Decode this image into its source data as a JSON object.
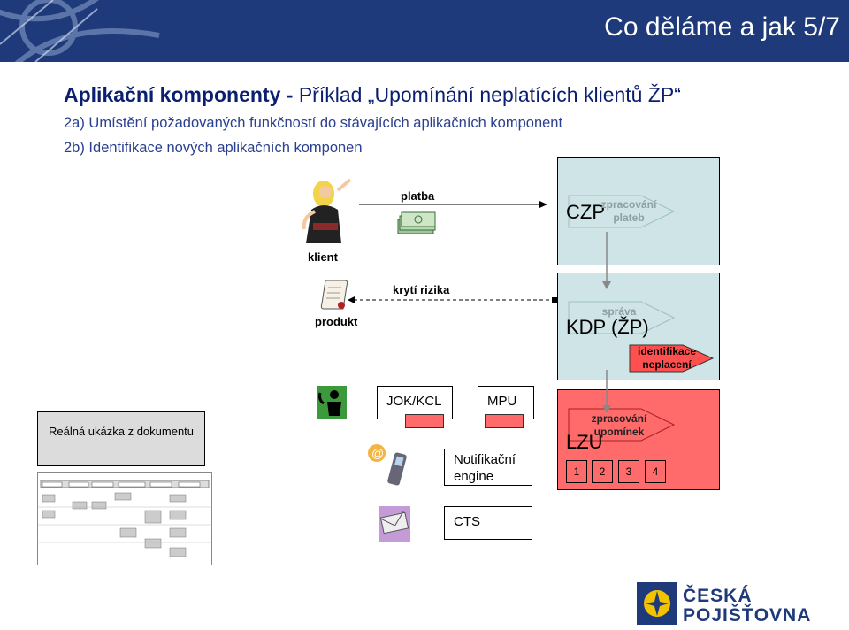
{
  "slide": {
    "title": "Co děláme a jak 5/7",
    "headline_bold": "Aplikační komponenty - ",
    "headline_rest": "Příklad „Upomínání neplatících klientů ŽP“",
    "line_2a": "2a) Umístění požadovaných funkčností do stávajících aplikačních komponent",
    "line_2b": "2b) Identifikace nových aplikačních komponen"
  },
  "actors": {
    "klient": "klient",
    "produkt": "produkt",
    "platba": "platba",
    "kryti": "krytí rizika"
  },
  "systems": {
    "czp": {
      "name": "CZP",
      "function": "zpracování plateb"
    },
    "kdp": {
      "name": "KDP (ŽP)",
      "function": "správa",
      "function2": "identifikace neplacení"
    },
    "lzu": {
      "name": "LZU",
      "function": "zpracování upomínek",
      "slots": [
        "1",
        "2",
        "3",
        "4"
      ]
    }
  },
  "components": {
    "jok": "JOK/KCL",
    "mpu": "MPU",
    "notif": "Notifikační engine",
    "cts": "CTS"
  },
  "doc_box": {
    "label": "Reálná ukázka z dokumentu"
  },
  "brand": {
    "line1": "ČESKÁ",
    "line2": "POJIŠŤOVNA"
  },
  "colors": {
    "header": "#1e3a7a",
    "box_teal": "#cfe4e6",
    "box_red": "#ff6b6b",
    "arrow_red": "#ff5050",
    "navy": "#0a1f70"
  }
}
